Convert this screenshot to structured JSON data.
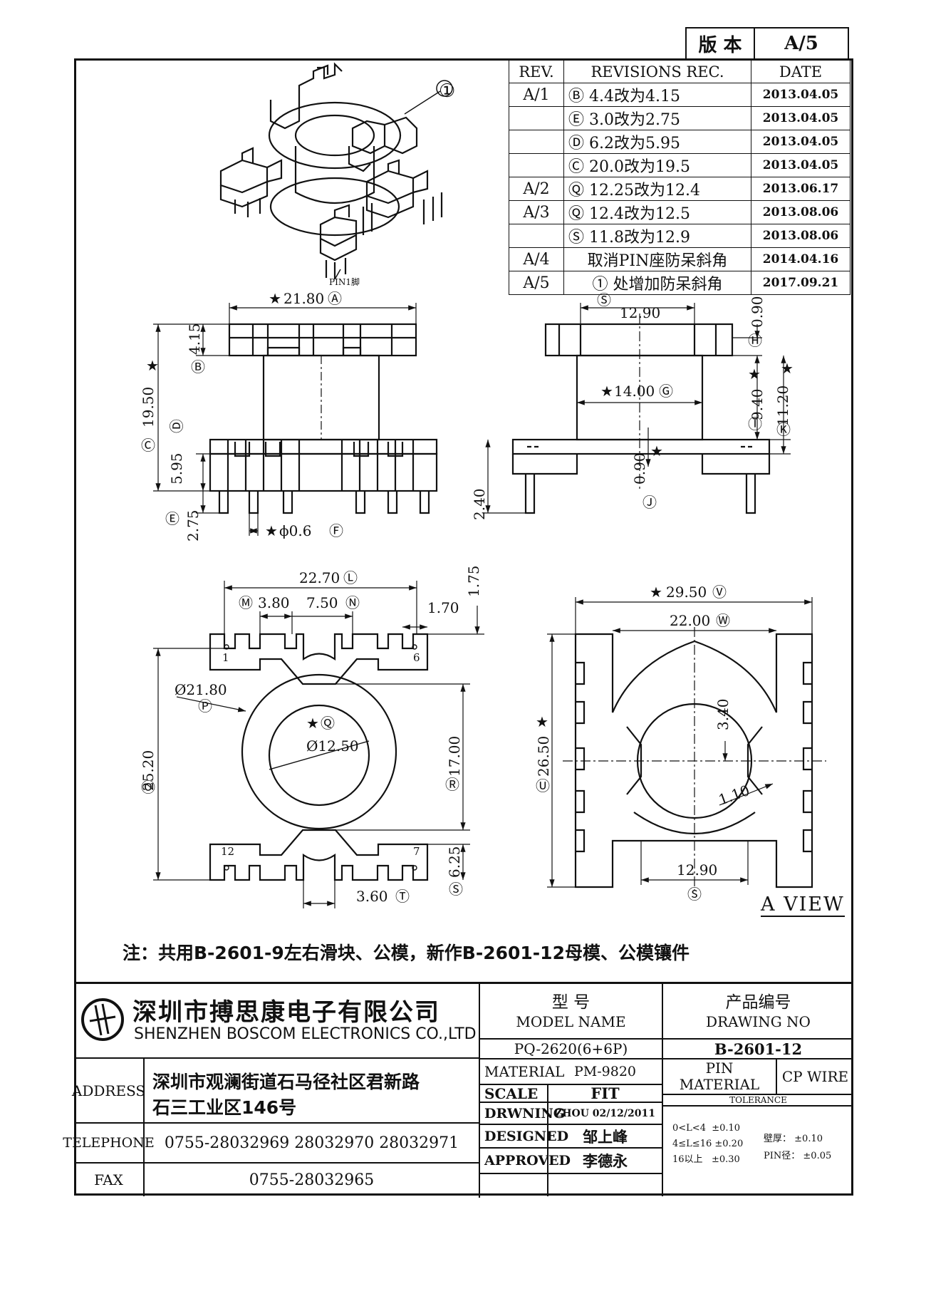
{
  "version": {
    "label": "版 本",
    "value": "A/5"
  },
  "revisions": {
    "headers": [
      "REV.",
      "REVISIONS REC.",
      "DATE"
    ],
    "rows": [
      {
        "rev": "A/1",
        "text": "Ⓑ 4.4改为4.15",
        "date": "2013.04.05"
      },
      {
        "rev": "",
        "text": "Ⓔ 3.0改为2.75",
        "date": "2013.04.05"
      },
      {
        "rev": "",
        "text": "Ⓓ 6.2改为5.95",
        "date": "2013.04.05"
      },
      {
        "rev": "",
        "text": "Ⓒ 20.0改为19.5",
        "date": "2013.04.05"
      },
      {
        "rev": "A/2",
        "text": "Ⓠ 12.25改为12.4",
        "date": "2013.06.17"
      },
      {
        "rev": "A/3",
        "text": "Ⓠ 12.4改为12.5",
        "date": "2013.08.06"
      },
      {
        "rev": "",
        "text": "Ⓢ 11.8改为12.9",
        "date": "2013.08.06"
      },
      {
        "rev": "A/4",
        "text": "取消PIN座防呆斜角",
        "date": "2014.04.16"
      },
      {
        "rev": "A/5",
        "text": "① 处增加防呆斜角",
        "date": "2017.09.21"
      }
    ]
  },
  "iso": {
    "callout": "①",
    "pin_label": "PIN1脚"
  },
  "front": {
    "width": "21.80",
    "width_tag": "Ⓐ",
    "top_h": "4.15",
    "top_tag": "Ⓑ",
    "total_h": "19.50",
    "total_tag": "Ⓒ",
    "base_h": "5.95",
    "base_tag": "Ⓓ",
    "pin_len": "2.75",
    "pin_tag": "Ⓔ",
    "pin_dia": "ϕ0.6",
    "pin_dia_tag": "Ⓕ",
    "star": "★"
  },
  "side": {
    "top_w": "12.90",
    "top_tag": "Ⓢ",
    "flange": "0.90",
    "flange_tag": "Ⓗ",
    "core_w": "14.00",
    "core_tag": "Ⓖ",
    "core_h": "9.40",
    "core_h_tag": "Ⓘ",
    "total_h": "11.20",
    "total_tag": "Ⓚ",
    "base_t": "0.90",
    "base_t_tag": "Ⓙ",
    "pin_len": "2.40"
  },
  "bottom": {
    "span": "22.70",
    "span_tag": "Ⓛ",
    "p1": "3.80",
    "p1_tag": "Ⓜ",
    "p2": "7.50",
    "p2_tag": "Ⓝ",
    "slot": "1.70",
    "edge": "1.75",
    "dia_out": "Ø21.80",
    "dia_out_tag": "Ⓟ",
    "dia_in": "Ø12.50",
    "dia_in_tag": "Ⓠ",
    "height": "25.20",
    "height_tag": "Ⓞ",
    "inner_h": "17.00",
    "inner_tag": "Ⓡ",
    "foot": "6.25",
    "foot_tag": "Ⓢ",
    "gap": "3.60",
    "gap_tag": "Ⓣ",
    "pin1": "1",
    "pin6": "6",
    "pin7": "7",
    "pin12": "12"
  },
  "aview": {
    "width": "29.50",
    "width_tag": "Ⓥ",
    "inner_w": "22.00",
    "inner_tag": "Ⓦ",
    "height": "26.50",
    "height_tag": "Ⓤ",
    "d1": "3.40",
    "d2": "1.10",
    "base_w": "12.90",
    "base_tag": "Ⓢ",
    "title": "A  VIEW"
  },
  "note": "注：共用B-2601-9左右滑块、公模，新作B-2601-12母模、公模镶件",
  "title_block": {
    "company_cn": "深圳市搏思康电子有限公司",
    "company_en": "SHENZHEN BOSCOM ELECTRONICS CO.,LTD",
    "address_label": "ADDRESS",
    "address_line1": "深圳市观澜街道石马径社区君新路",
    "address_line2": "石三工业区146号",
    "telephone_label": "TELEPHONE",
    "telephone": "0755-28032969 28032970 28032971",
    "fax_label": "FAX",
    "fax": "0755-28032965",
    "model_cn": "型     号",
    "model_en": "MODEL NAME",
    "model_value": "PQ-2620(6+6P)",
    "drawing_cn": "产品编号",
    "drawing_en": "DRAWING NO",
    "drawing_value": "B-2601-12",
    "material_label": "MATERIAL",
    "material_value": "PM-9820",
    "pin_material_label": "PIN\nMATERIAL",
    "pin_material_value": "CP WIRE",
    "scale_label": "SCALE",
    "scale_value": "FIT",
    "drawing_label": "DRWNING",
    "drawing_by": "ZHOU 02/12/2011",
    "designed_label": "DESIGNED",
    "designed_by": "邹上峰",
    "approved_label": "APPROVED",
    "approved_by": "李德永",
    "tolerance_label": "TOLERANCE",
    "tol_rows": [
      {
        "range": "0<L<4",
        "val": "±0.10"
      },
      {
        "range": "4≤L≤16",
        "val": "±0.20"
      },
      {
        "range": "16以上",
        "val": "±0.30"
      }
    ],
    "tol_side": [
      {
        "range": "壁厚：",
        "val": "±0.10"
      },
      {
        "range": "PIN径：",
        "val": "±0.05"
      }
    ]
  }
}
